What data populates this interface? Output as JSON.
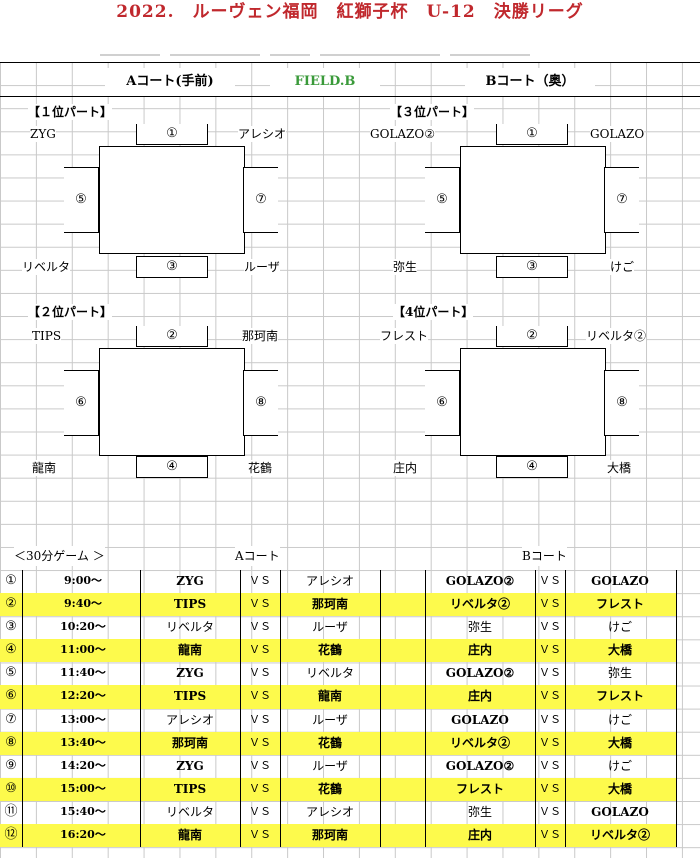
{
  "title": "2022.　ルーヴェン福岡　紅獅子杯　U-12　決勝リーグ",
  "header": {
    "a_court": "Aコート(手前)",
    "field": "FIELD.B",
    "b_court": "Bコート（奥）",
    "field_color": "#3a9a3a"
  },
  "a_court": {
    "part1": {
      "label": "【１位パート】",
      "tl": "ZYG",
      "tr": "アレシオ",
      "bl": "リベルタ",
      "br": "ルーザ",
      "c_top": "①",
      "c_bot": "③",
      "s_left": "⑤",
      "s_right": "⑦"
    },
    "part2": {
      "label": "【２位パート】",
      "tl": "TIPS",
      "tr": "那珂南",
      "bl": "龍南",
      "br": "花鶴",
      "c_top": "②",
      "c_bot": "④",
      "s_left": "⑥",
      "s_right": "⑧"
    }
  },
  "b_court": {
    "part3": {
      "label": "【３位パート】",
      "tl": "GOLAZO②",
      "tr": "GOLAZO",
      "bl": "弥生",
      "br": "けご",
      "c_top": "①",
      "c_bot": "③",
      "s_left": "⑤",
      "s_right": "⑦"
    },
    "part4": {
      "label": "【4位パート】",
      "tl": "フレスト",
      "tr": "リベルタ②",
      "bl": "庄内",
      "br": "大橋",
      "c_top": "②",
      "c_bot": "④",
      "s_left": "⑥",
      "s_right": "⑧"
    }
  },
  "schedule_header": {
    "game": "＜30分ゲーム ＞",
    "a": "Aコート",
    "b": "Bコート"
  },
  "highlight_color": "#fdfa4c",
  "schedule": [
    {
      "n": "①",
      "time": "9:00〜",
      "a1": "ZYG",
      "a2": "アレシオ",
      "b1": "GOLAZO②",
      "b2": "GOLAZO",
      "hl": false,
      "a1b": true,
      "a2b": false,
      "b1b": true,
      "b2b": true
    },
    {
      "n": "②",
      "time": "9:40〜",
      "a1": "TIPS",
      "a2": "那珂南",
      "b1": "リベルタ②",
      "b2": "フレスト",
      "hl": true,
      "a1b": true,
      "a2b": true,
      "b1b": true,
      "b2b": true
    },
    {
      "n": "③",
      "time": "10:20〜",
      "a1": "リベルタ",
      "a2": "ルーザ",
      "b1": "弥生",
      "b2": "けご",
      "hl": false,
      "a1b": false,
      "a2b": false,
      "b1b": false,
      "b2b": false
    },
    {
      "n": "④",
      "time": "11:00〜",
      "a1": "龍南",
      "a2": "花鶴",
      "b1": "庄内",
      "b2": "大橋",
      "hl": true,
      "a1b": true,
      "a2b": true,
      "b1b": true,
      "b2b": true
    },
    {
      "n": "⑤",
      "time": "11:40〜",
      "a1": "ZYG",
      "a2": "リベルタ",
      "b1": "GOLAZO②",
      "b2": "弥生",
      "hl": false,
      "a1b": true,
      "a2b": false,
      "b1b": true,
      "b2b": false
    },
    {
      "n": "⑥",
      "time": "12:20〜",
      "a1": "TIPS",
      "a2": "龍南",
      "b1": "庄内",
      "b2": "フレスト",
      "hl": true,
      "a1b": true,
      "a2b": true,
      "b1b": true,
      "b2b": true
    },
    {
      "n": "⑦",
      "time": "13:00〜",
      "a1": "アレシオ",
      "a2": "ルーザ",
      "b1": "GOLAZO",
      "b2": "けご",
      "hl": false,
      "a1b": false,
      "a2b": false,
      "b1b": true,
      "b2b": false
    },
    {
      "n": "⑧",
      "time": "13:40〜",
      "a1": "那珂南",
      "a2": "花鶴",
      "b1": "リベルタ②",
      "b2": "大橋",
      "hl": true,
      "a1b": true,
      "a2b": true,
      "b1b": true,
      "b2b": true
    },
    {
      "n": "⑨",
      "time": "14:20〜",
      "a1": "ZYG",
      "a2": "ルーザ",
      "b1": "GOLAZO②",
      "b2": "けご",
      "hl": false,
      "a1b": true,
      "a2b": false,
      "b1b": true,
      "b2b": false
    },
    {
      "n": "⑩",
      "time": "15:00〜",
      "a1": "TIPS",
      "a2": "花鶴",
      "b1": "フレスト",
      "b2": "大橋",
      "hl": true,
      "a1b": true,
      "a2b": true,
      "b1b": true,
      "b2b": true
    },
    {
      "n": "⑪",
      "time": "15:40〜",
      "a1": "リベルタ",
      "a2": "アレシオ",
      "b1": "弥生",
      "b2": "GOLAZO",
      "hl": false,
      "a1b": false,
      "a2b": false,
      "b1b": false,
      "b2b": true
    },
    {
      "n": "⑫",
      "time": "16:20〜",
      "a1": "龍南",
      "a2": "那珂南",
      "b1": "庄内",
      "b2": "リベルタ②",
      "hl": true,
      "a1b": true,
      "a2b": true,
      "b1b": true,
      "b2b": true
    }
  ],
  "vs": "ＶＳ"
}
